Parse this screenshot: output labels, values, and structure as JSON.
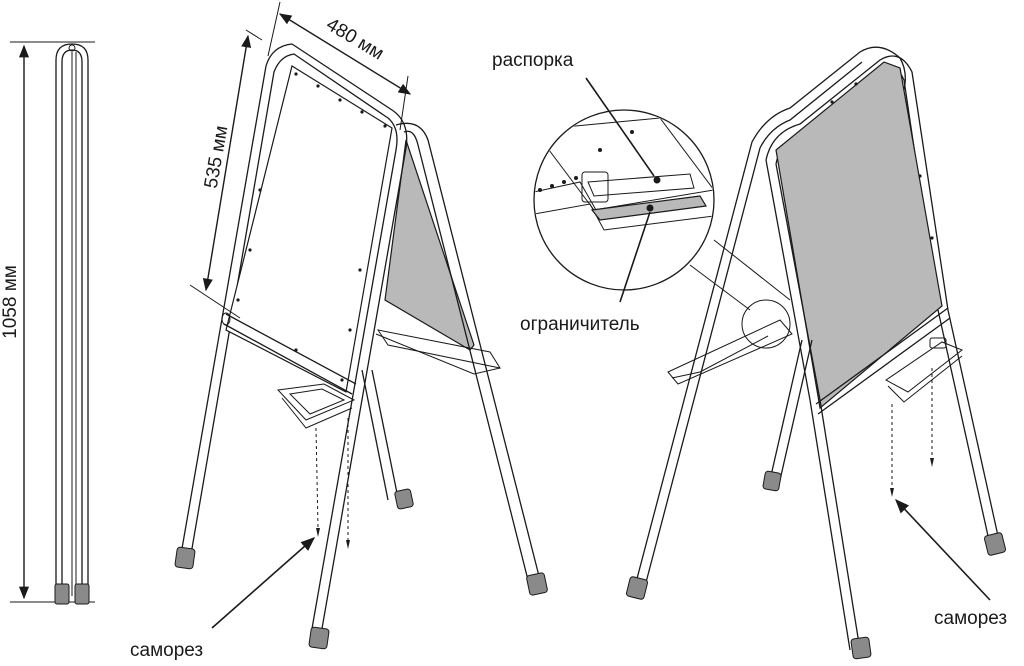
{
  "dimensions": {
    "height": "1058 мм",
    "board_height": "535 мм",
    "board_width": "480 мм"
  },
  "labels": {
    "spacer": "распорка",
    "limiter": "ограничитель",
    "screw_left": "саморез",
    "screw_right": "саморез"
  },
  "colors": {
    "line": "#1a1a1a",
    "board_fill": "#b9b9b9",
    "cap_fill": "#8a8a8a"
  }
}
